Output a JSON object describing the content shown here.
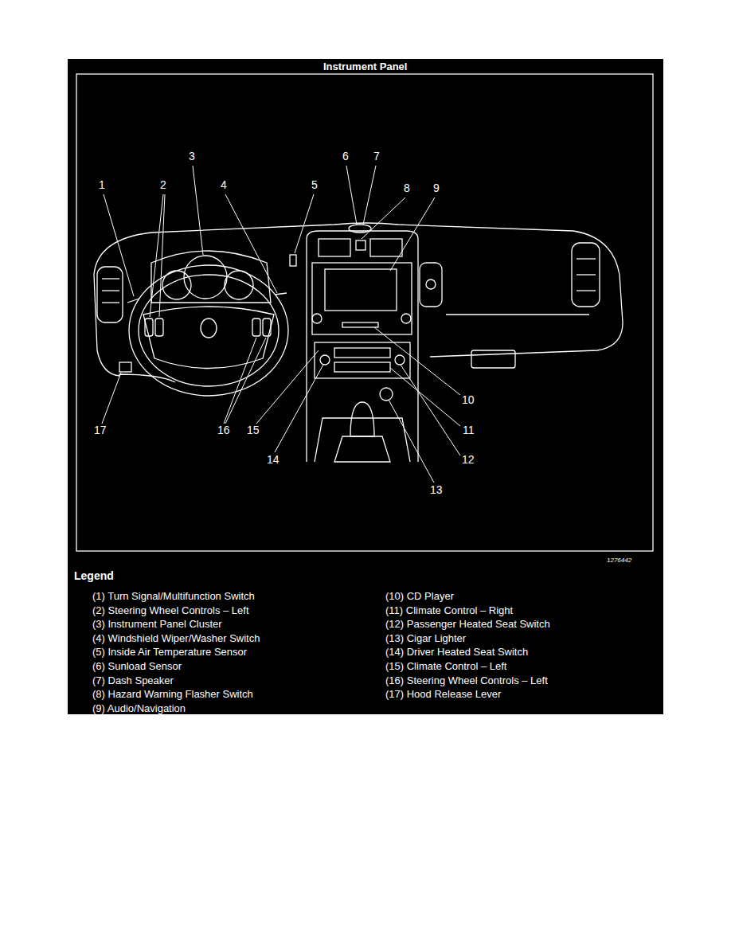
{
  "diagram": {
    "title": "Instrument Panel",
    "labels": [
      "3",
      "6",
      "7",
      "1",
      "2",
      "4",
      "5",
      "8",
      "9",
      "10",
      "15",
      "11",
      "17",
      "16",
      "14",
      "12",
      "13",
      "1276442",
      "Legend"
    ],
    "legend": [
      {
        "text": "(1) Turn Signal/Multifunction Switch"
      },
      {
        "text": "(2) Steering Wheel Controls – Left"
      },
      {
        "text": "(3) Instrument Panel Cluster"
      },
      {
        "text": "(4) Windshield Wiper/Washer Switch"
      },
      {
        "text": "(5) Inside Air Temperature Sensor"
      },
      {
        "text": "(6) Sunload Sensor"
      },
      {
        "text": "(7) Dash Speaker"
      },
      {
        "text": "(8) Hazard Warning Flasher Switch"
      },
      {
        "text": "(9) Audio/Navigation"
      },
      {
        "text": "(10) CD Player"
      },
      {
        "text": "(11) Climate Control – Right"
      },
      {
        "text": "(12) Passenger Heated Seat Switch"
      },
      {
        "text": "(13) Cigar Lighter"
      },
      {
        "text": "(14) Driver Heated Seat Switch"
      },
      {
        "text": "(15) Climate Control – Left"
      },
      {
        "text": "(16) Steering Wheel Controls – Left"
      },
      {
        "text": "(17) Hood Release Lever"
      }
    ]
  }
}
